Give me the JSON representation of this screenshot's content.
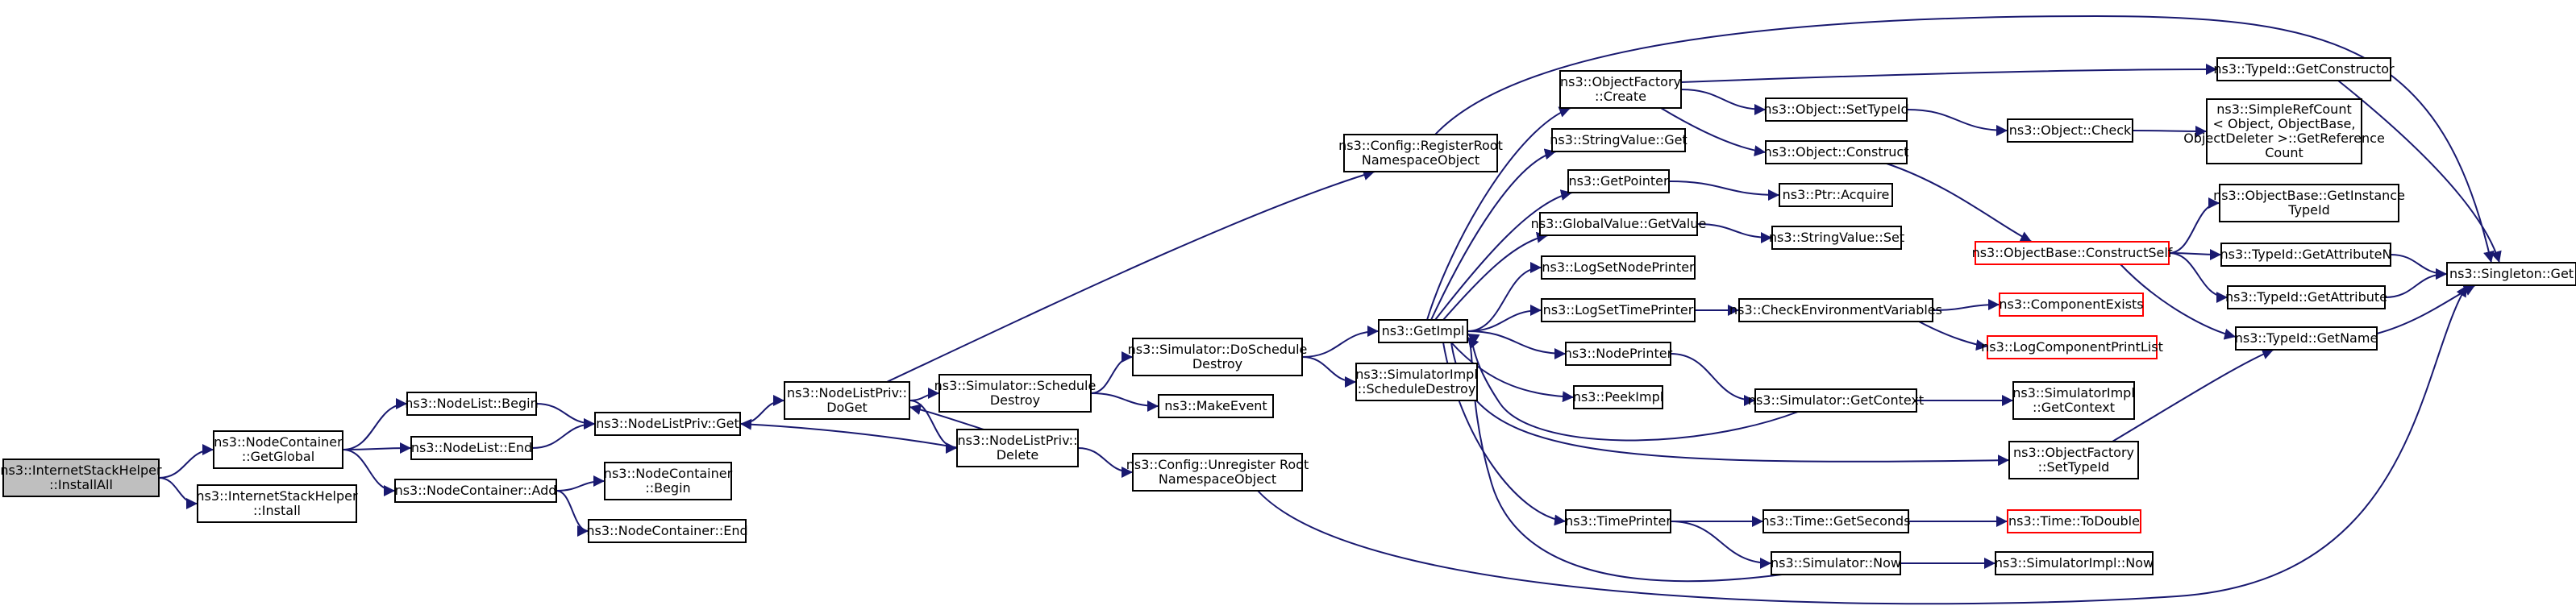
{
  "nodes": [
    {
      "id": "install_all",
      "lines": [
        "ns3::InternetStackHelper",
        "::InstallAll"
      ],
      "style": "root"
    },
    {
      "id": "nc_getglobal",
      "lines": [
        "ns3::NodeContainer",
        "::GetGlobal"
      ]
    },
    {
      "id": "ish_install",
      "lines": [
        "ns3::InternetStackHelper",
        "::Install"
      ]
    },
    {
      "id": "nl_begin",
      "lines": [
        "ns3::NodeList::Begin"
      ]
    },
    {
      "id": "nl_end",
      "lines": [
        "ns3::NodeList::End"
      ]
    },
    {
      "id": "nc_add",
      "lines": [
        "ns3::NodeContainer::Add"
      ]
    },
    {
      "id": "nlp_get",
      "lines": [
        "ns3::NodeListPriv::Get"
      ]
    },
    {
      "id": "nc_begin",
      "lines": [
        "ns3::NodeContainer",
        "::Begin"
      ]
    },
    {
      "id": "nc_end",
      "lines": [
        "ns3::NodeContainer::End"
      ]
    },
    {
      "id": "nlp_doget",
      "lines": [
        "ns3::NodeListPriv::",
        "DoGet"
      ]
    },
    {
      "id": "sim_schedule_destroy",
      "lines": [
        "ns3::Simulator::Schedule",
        "Destroy"
      ]
    },
    {
      "id": "nlp_delete",
      "lines": [
        "ns3::NodeListPriv::",
        "Delete"
      ]
    },
    {
      "id": "sim_doschedule_destroy",
      "lines": [
        "ns3::Simulator::DoSchedule",
        "Destroy"
      ]
    },
    {
      "id": "make_event",
      "lines": [
        "ns3::MakeEvent"
      ]
    },
    {
      "id": "cfg_unregister",
      "lines": [
        "ns3::Config::Unregister Root",
        "NamespaceObject"
      ]
    },
    {
      "id": "cfg_register",
      "lines": [
        "ns3::Config::RegisterRoot",
        "NamespaceObject"
      ]
    },
    {
      "id": "get_impl",
      "lines": [
        "ns3::GetImpl"
      ]
    },
    {
      "id": "simimpl_schedule_destroy",
      "lines": [
        "ns3::SimulatorImpl",
        "::ScheduleDestroy"
      ]
    },
    {
      "id": "of_create",
      "lines": [
        "ns3::ObjectFactory",
        "::Create"
      ]
    },
    {
      "id": "stringvalue_get",
      "lines": [
        "ns3::StringValue::Get"
      ]
    },
    {
      "id": "get_pointer",
      "lines": [
        "ns3::GetPointer"
      ]
    },
    {
      "id": "globalvalue_getvalue",
      "lines": [
        "ns3::GlobalValue::GetValue"
      ]
    },
    {
      "id": "log_set_node_printer",
      "lines": [
        "ns3::LogSetNodePrinter"
      ]
    },
    {
      "id": "log_set_time_printer",
      "lines": [
        "ns3::LogSetTimePrinter"
      ]
    },
    {
      "id": "node_printer",
      "lines": [
        "ns3::NodePrinter"
      ]
    },
    {
      "id": "peek_impl",
      "lines": [
        "ns3::PeekImpl"
      ]
    },
    {
      "id": "time_printer",
      "lines": [
        "ns3::TimePrinter"
      ]
    },
    {
      "id": "obj_settypeid",
      "lines": [
        "ns3::Object::SetTypeId"
      ]
    },
    {
      "id": "obj_construct",
      "lines": [
        "ns3::Object::Construct"
      ]
    },
    {
      "id": "ptr_acquire",
      "lines": [
        "ns3::Ptr::Acquire"
      ]
    },
    {
      "id": "stringvalue_set",
      "lines": [
        "ns3::StringValue::Set"
      ]
    },
    {
      "id": "check_env_vars",
      "lines": [
        "ns3::CheckEnvironmentVariables"
      ]
    },
    {
      "id": "sim_getcontext",
      "lines": [
        "ns3::Simulator::GetContext"
      ]
    },
    {
      "id": "time_getseconds",
      "lines": [
        "ns3::Time::GetSeconds"
      ]
    },
    {
      "id": "sim_now",
      "lines": [
        "ns3::Simulator::Now"
      ]
    },
    {
      "id": "typeid_getconstructor",
      "lines": [
        "ns3::TypeId::GetConstructor"
      ]
    },
    {
      "id": "obj_check",
      "lines": [
        "ns3::Object::Check"
      ]
    },
    {
      "id": "objbase_constructself",
      "lines": [
        "ns3::ObjectBase::ConstructSelf"
      ],
      "style": "red"
    },
    {
      "id": "component_exists",
      "lines": [
        "ns3::ComponentExists"
      ],
      "style": "red"
    },
    {
      "id": "log_component_print_list",
      "lines": [
        "ns3::LogComponentPrintList"
      ],
      "style": "red"
    },
    {
      "id": "simimpl_getcontext",
      "lines": [
        "ns3::SimulatorImpl",
        "::GetContext"
      ]
    },
    {
      "id": "of_settypeid",
      "lines": [
        "ns3::ObjectFactory",
        "::SetTypeId"
      ]
    },
    {
      "id": "time_todouble",
      "lines": [
        "ns3::Time::ToDouble"
      ],
      "style": "red"
    },
    {
      "id": "simimpl_now",
      "lines": [
        "ns3::SimulatorImpl::Now"
      ]
    },
    {
      "id": "simple_refcount",
      "lines": [
        "ns3::SimpleRefCount",
        "< Object, ObjectBase,",
        "ObjectDeleter >::GetReference",
        "Count"
      ]
    },
    {
      "id": "objbase_getinstancetypeid",
      "lines": [
        "ns3::ObjectBase::GetInstance",
        "TypeId"
      ]
    },
    {
      "id": "typeid_getattributen",
      "lines": [
        "ns3::TypeId::GetAttributeN"
      ]
    },
    {
      "id": "typeid_getattribute",
      "lines": [
        "ns3::TypeId::GetAttribute"
      ]
    },
    {
      "id": "typeid_getname",
      "lines": [
        "ns3::TypeId::GetName"
      ]
    },
    {
      "id": "singleton_get",
      "lines": [
        "ns3::Singleton::Get"
      ]
    }
  ],
  "edges": [
    [
      "install_all",
      "nc_getglobal"
    ],
    [
      "install_all",
      "ish_install"
    ],
    [
      "nc_getglobal",
      "nl_begin"
    ],
    [
      "nc_getglobal",
      "nl_end"
    ],
    [
      "nc_getglobal",
      "nc_add"
    ],
    [
      "nl_begin",
      "nlp_get"
    ],
    [
      "nl_end",
      "nlp_get"
    ],
    [
      "nc_add",
      "nc_begin"
    ],
    [
      "nc_add",
      "nc_end"
    ],
    [
      "nlp_get",
      "nlp_doget"
    ],
    [
      "nlp_doget",
      "cfg_register"
    ],
    [
      "nlp_doget",
      "sim_schedule_destroy"
    ],
    [
      "nlp_doget",
      "nlp_delete"
    ],
    [
      "nlp_delete",
      "nlp_doget"
    ],
    [
      "nlp_delete",
      "nlp_get"
    ],
    [
      "nlp_delete",
      "cfg_unregister"
    ],
    [
      "sim_schedule_destroy",
      "sim_doschedule_destroy"
    ],
    [
      "sim_schedule_destroy",
      "make_event"
    ],
    [
      "sim_doschedule_destroy",
      "get_impl"
    ],
    [
      "sim_doschedule_destroy",
      "simimpl_schedule_destroy"
    ],
    [
      "cfg_register",
      "singleton_get"
    ],
    [
      "cfg_unregister",
      "singleton_get"
    ],
    [
      "get_impl",
      "of_create"
    ],
    [
      "get_impl",
      "stringvalue_get"
    ],
    [
      "get_impl",
      "get_pointer"
    ],
    [
      "get_impl",
      "globalvalue_getvalue"
    ],
    [
      "get_impl",
      "log_set_node_printer"
    ],
    [
      "get_impl",
      "log_set_time_printer"
    ],
    [
      "get_impl",
      "node_printer"
    ],
    [
      "get_impl",
      "peek_impl"
    ],
    [
      "get_impl",
      "time_printer"
    ],
    [
      "get_impl",
      "of_settypeid"
    ],
    [
      "of_create",
      "typeid_getconstructor"
    ],
    [
      "of_create",
      "obj_settypeid"
    ],
    [
      "of_create",
      "obj_construct"
    ],
    [
      "get_pointer",
      "ptr_acquire"
    ],
    [
      "globalvalue_getvalue",
      "stringvalue_set"
    ],
    [
      "log_set_time_printer",
      "check_env_vars"
    ],
    [
      "node_printer",
      "sim_getcontext"
    ],
    [
      "sim_getcontext",
      "get_impl"
    ],
    [
      "sim_getcontext",
      "simimpl_getcontext"
    ],
    [
      "time_printer",
      "time_getseconds"
    ],
    [
      "time_printer",
      "sim_now"
    ],
    [
      "sim_now",
      "get_impl"
    ],
    [
      "sim_now",
      "simimpl_now"
    ],
    [
      "time_getseconds",
      "time_todouble"
    ],
    [
      "check_env_vars",
      "component_exists"
    ],
    [
      "check_env_vars",
      "log_component_print_list"
    ],
    [
      "obj_settypeid",
      "obj_check"
    ],
    [
      "obj_check",
      "simple_refcount"
    ],
    [
      "obj_construct",
      "objbase_constructself"
    ],
    [
      "objbase_constructself",
      "objbase_getinstancetypeid"
    ],
    [
      "objbase_constructself",
      "typeid_getattributen"
    ],
    [
      "objbase_constructself",
      "typeid_getattribute"
    ],
    [
      "objbase_constructself",
      "typeid_getname"
    ],
    [
      "of_settypeid",
      "typeid_getname"
    ],
    [
      "typeid_getconstructor",
      "singleton_get"
    ],
    [
      "typeid_getattributen",
      "singleton_get"
    ],
    [
      "typeid_getattribute",
      "singleton_get"
    ],
    [
      "typeid_getname",
      "singleton_get"
    ]
  ],
  "colors": {
    "edge": "#191970",
    "node_border": "#000000",
    "highlight_border": "#ff0000",
    "root_fill": "#bfbfbf"
  }
}
